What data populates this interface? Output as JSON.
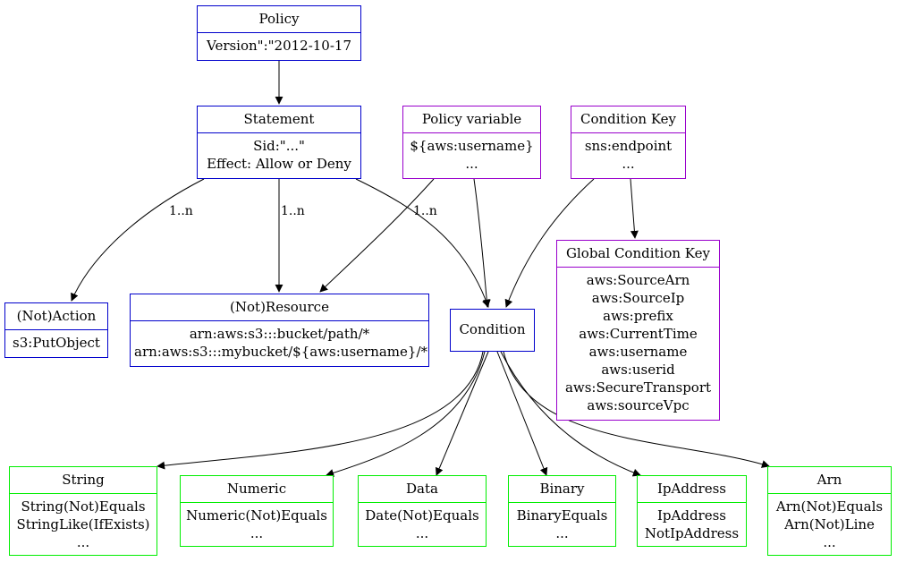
{
  "nodes": {
    "policy": {
      "title": "Policy",
      "lines": [
        "Version\":\"2012-10-17"
      ]
    },
    "statement": {
      "title": "Statement",
      "lines": [
        "Sid:\"...\"",
        "Effect: Allow or Deny"
      ]
    },
    "policy_variable": {
      "title": "Policy variable",
      "lines": [
        "${aws:username}",
        "..."
      ]
    },
    "condition_key": {
      "title": "Condition Key",
      "lines": [
        "sns:endpoint",
        "..."
      ]
    },
    "global_condition_key": {
      "title": "Global Condition Key",
      "lines": [
        "aws:SourceArn",
        "aws:SourceIp",
        "aws:prefix",
        "aws:CurrentTime",
        "aws:username",
        "aws:userid",
        "aws:SecureTransport",
        "aws:sourceVpc"
      ]
    },
    "action": {
      "title": "(Not)Action",
      "lines": [
        "s3:PutObject"
      ]
    },
    "resource": {
      "title": "(Not)Resource",
      "lines": [
        "arn:aws:s3:::bucket/path/*",
        "arn:aws:s3:::mybucket/${aws:username}/*"
      ]
    },
    "condition": {
      "title": "Condition",
      "lines": []
    },
    "string": {
      "title": "String",
      "lines": [
        "String(Not)Equals",
        "StringLike(IfExists)",
        "..."
      ]
    },
    "numeric": {
      "title": "Numeric",
      "lines": [
        "Numeric(Not)Equals",
        "..."
      ]
    },
    "data": {
      "title": "Data",
      "lines": [
        "Date(Not)Equals",
        "..."
      ]
    },
    "binary": {
      "title": "Binary",
      "lines": [
        "BinaryEquals",
        "..."
      ]
    },
    "ipaddress": {
      "title": "IpAddress",
      "lines": [
        "IpAddress",
        "NotIpAddress"
      ]
    },
    "arn": {
      "title": "Arn",
      "lines": [
        "Arn(Not)Equals",
        "Arn(Not)Line",
        "..."
      ]
    }
  },
  "edge_labels": {
    "statement_action": "1..n",
    "statement_resource": "1..n",
    "statement_condition": "1..n"
  },
  "colors": {
    "blue": "#0000cc",
    "purple": "#9900cc",
    "green": "#00ee00",
    "edge": "#000000"
  }
}
